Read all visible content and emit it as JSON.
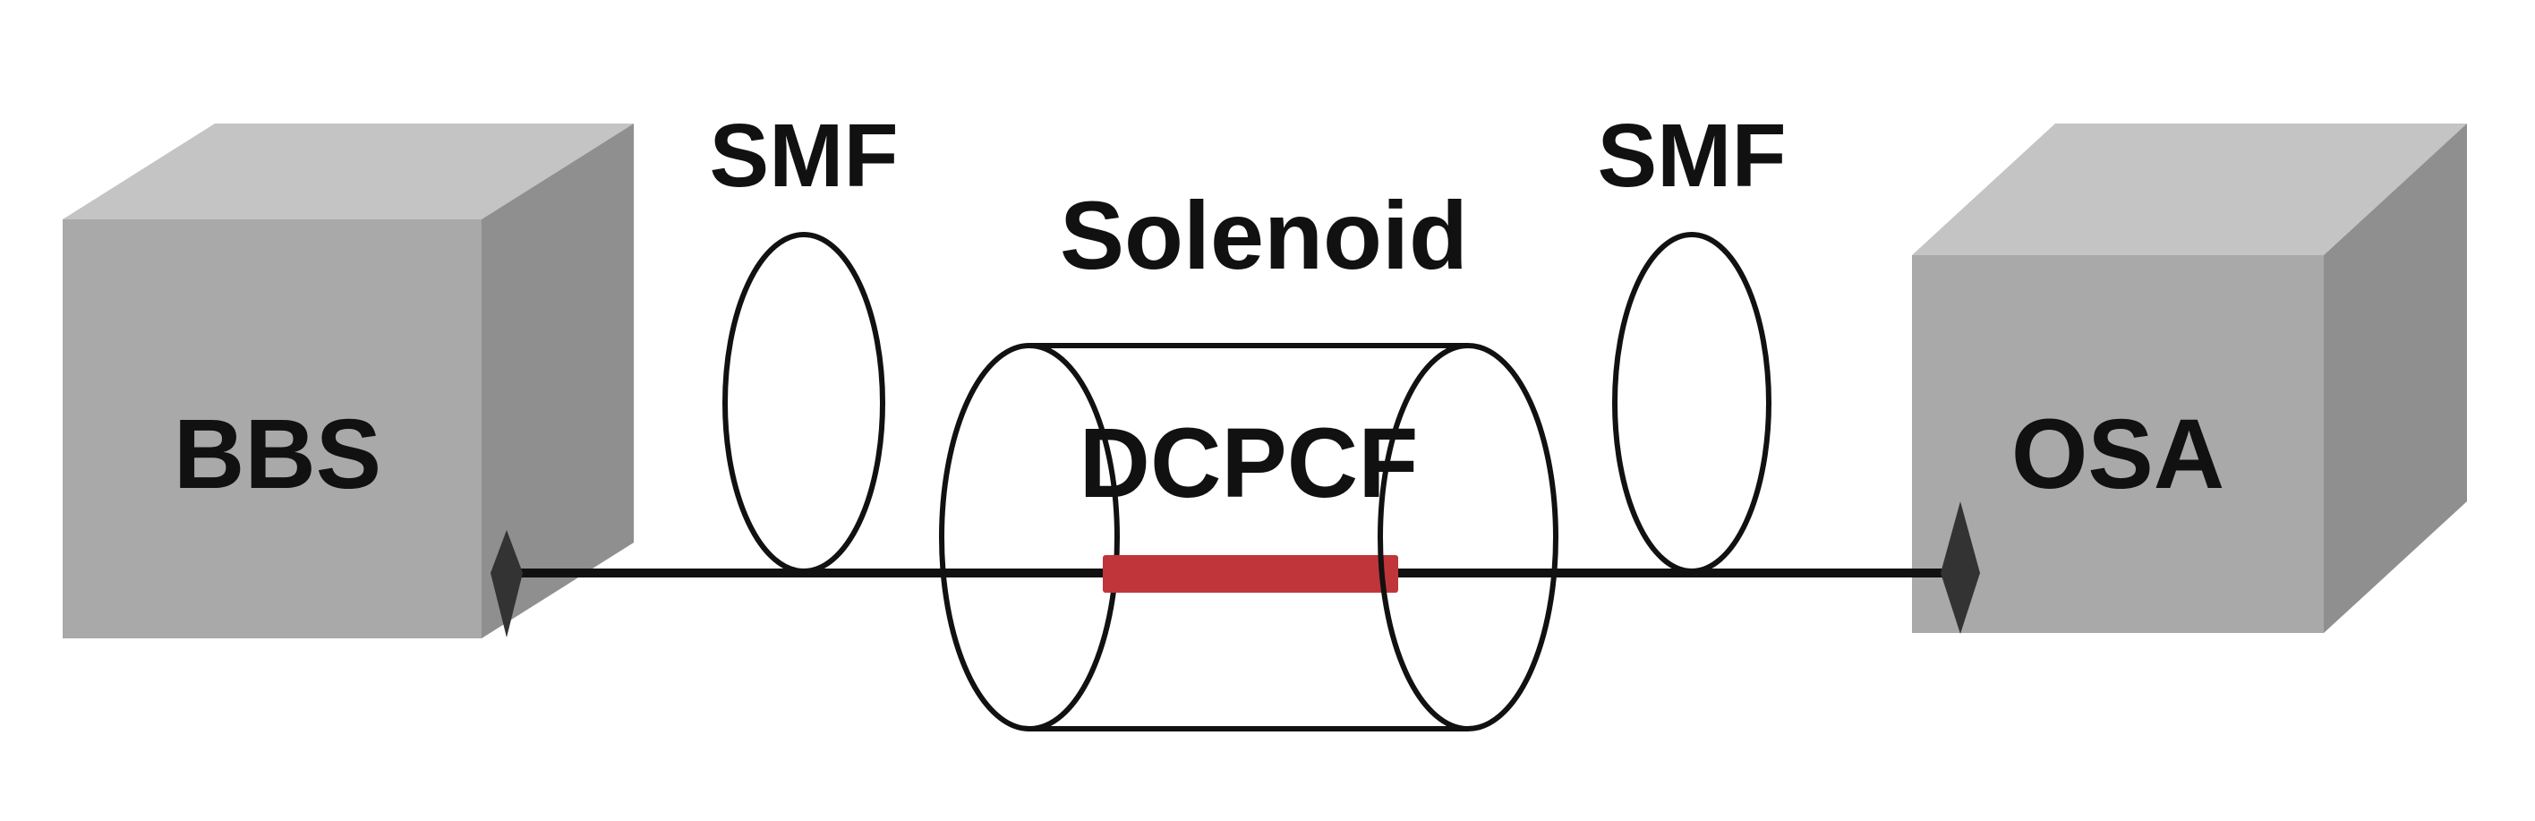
{
  "diagram": {
    "source_box": {
      "label": "BBS"
    },
    "detector_box": {
      "label": "OSA"
    },
    "fiber_coil_left": {
      "label": "SMF"
    },
    "fiber_coil_right": {
      "label": "SMF"
    },
    "solenoid": {
      "label": "Solenoid"
    },
    "sample_fiber": {
      "label": "DCPCF",
      "color": "#c0353a"
    },
    "colors": {
      "box_front": "#a9a9a9",
      "box_top": "#c4c4c4",
      "box_side": "#8f8f8f",
      "fiber_line": "#111111",
      "connector": "#333333"
    }
  }
}
